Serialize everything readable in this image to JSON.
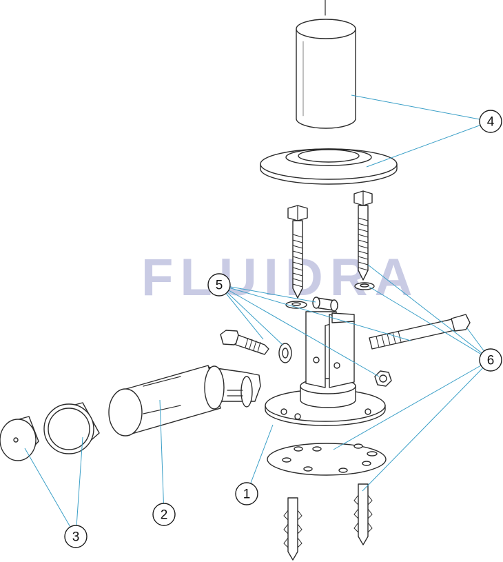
{
  "watermark": {
    "text": "FLUIDRA",
    "color": "#c9cbe4"
  },
  "colors": {
    "leader": "#3a9fc7",
    "outline": "#2b2b2b"
  },
  "callouts": [
    {
      "label": "1",
      "part": "base-flange-bracket"
    },
    {
      "label": "2",
      "part": "split-sleeve"
    },
    {
      "label": "3",
      "part": "end-cap-and-ring"
    },
    {
      "label": "4",
      "part": "tube-and-cover-rosette"
    },
    {
      "label": "5",
      "part": "bolt-spacer-washers-nut"
    },
    {
      "label": "6",
      "part": "lag-screws-gasket-anchors"
    }
  ]
}
